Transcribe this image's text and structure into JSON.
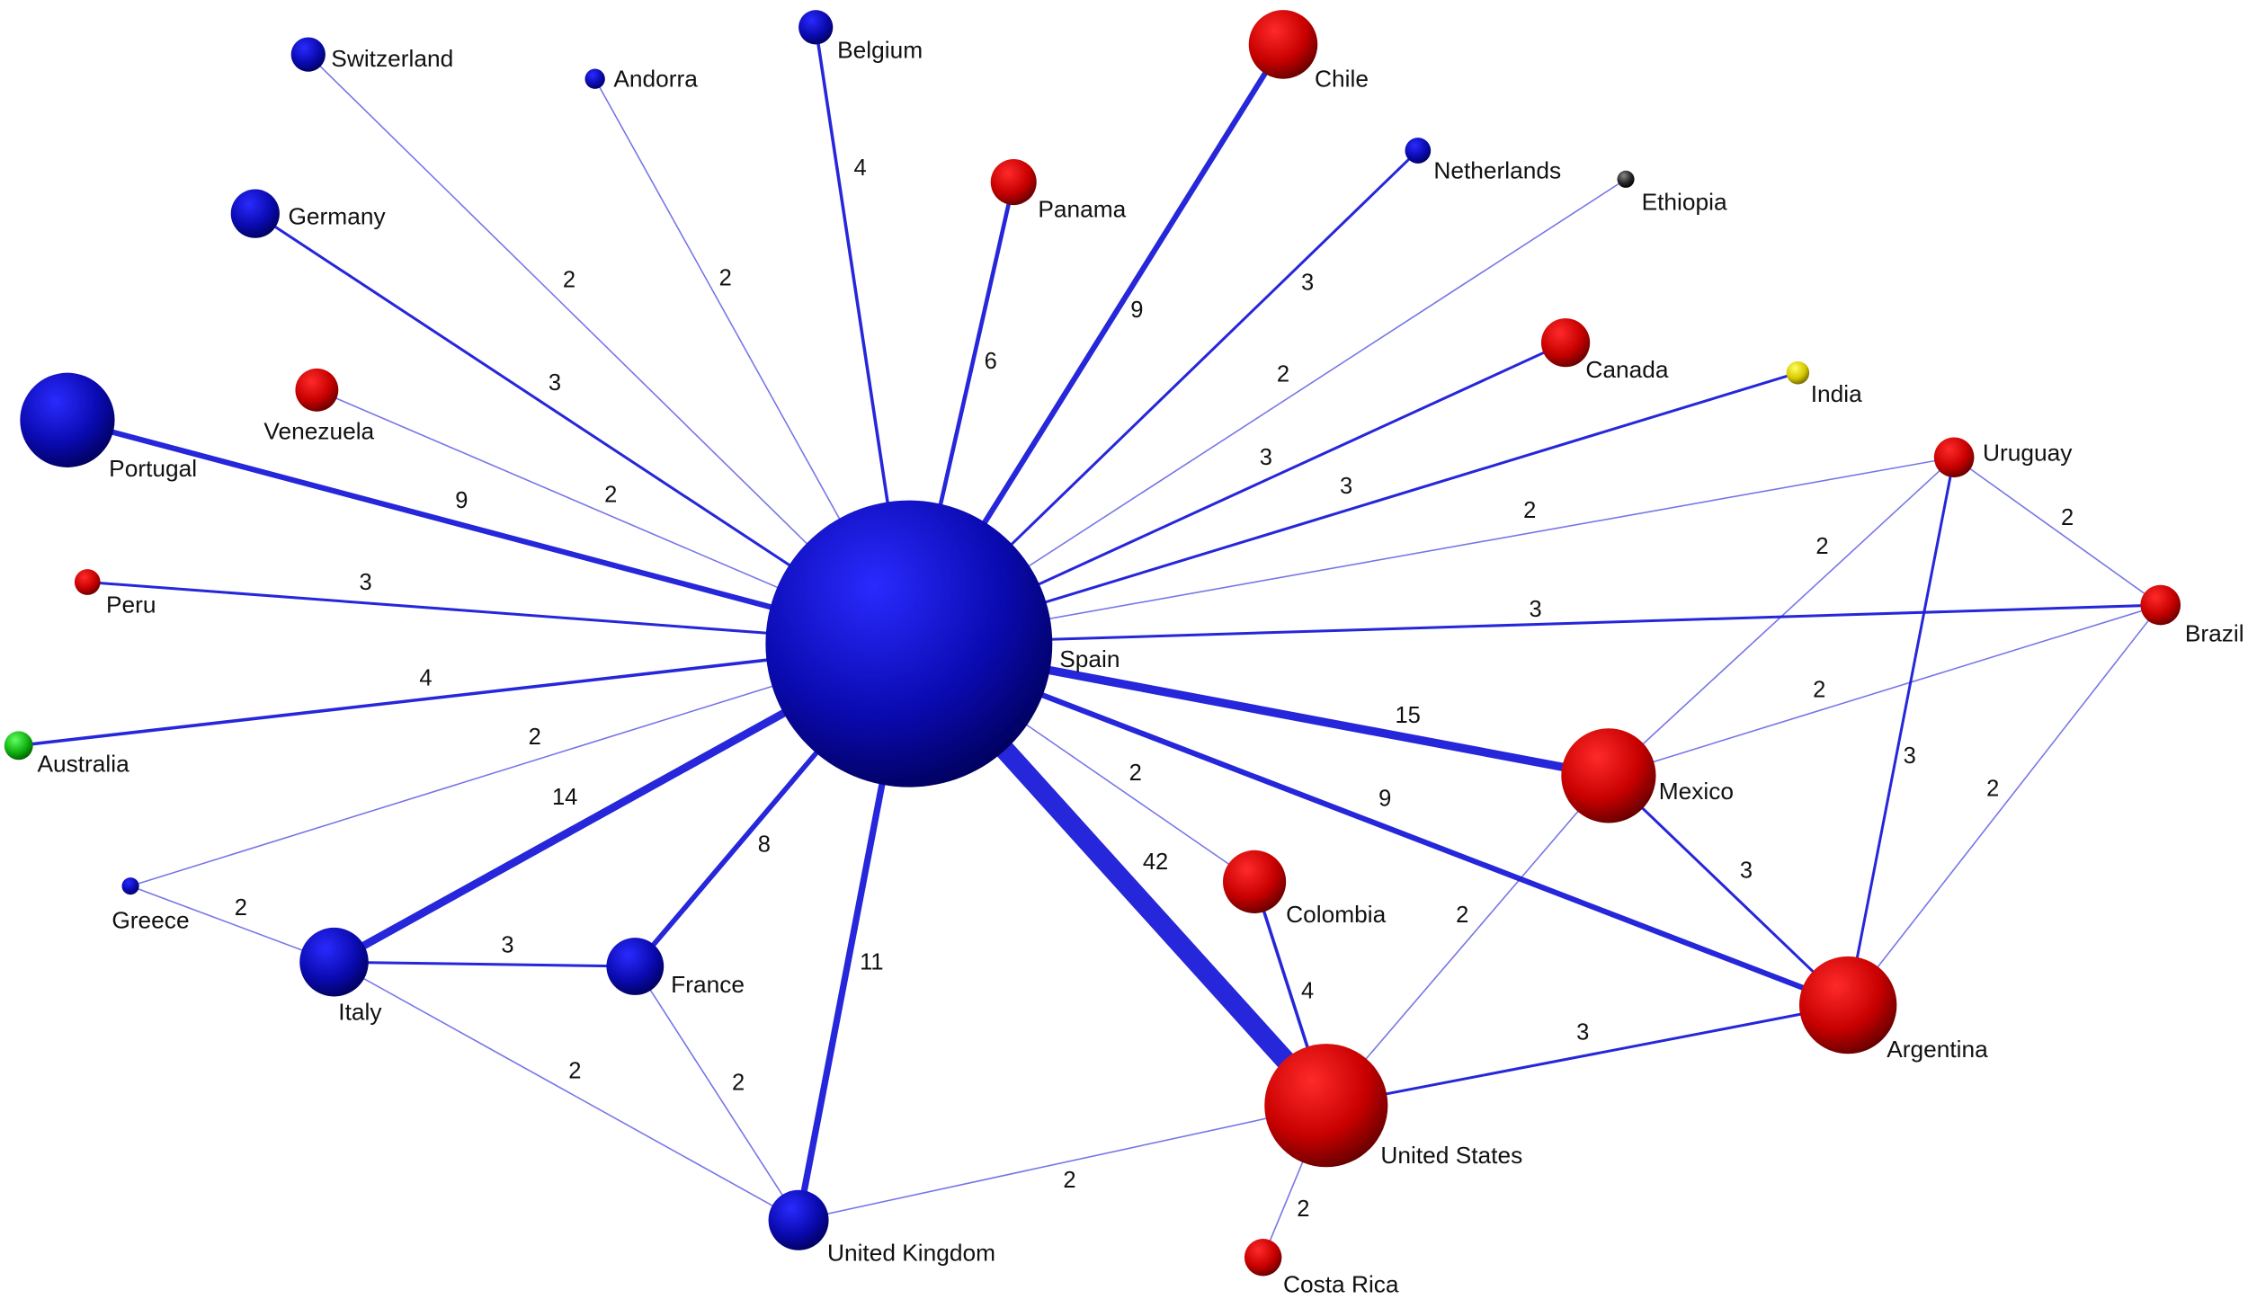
{
  "colors": {
    "europe": "#0a0ab0",
    "americas": "#c80000",
    "africa": "#222222",
    "asia": "#d4c800",
    "oceania": "#10b010",
    "edge": "#1a1ad8"
  },
  "nodes": [
    {
      "id": "Spain",
      "group": "europe"
    },
    {
      "id": "Switzerland",
      "group": "europe"
    },
    {
      "id": "Andorra",
      "group": "europe"
    },
    {
      "id": "Belgium",
      "group": "europe"
    },
    {
      "id": "Chile",
      "group": "americas"
    },
    {
      "id": "Netherlands",
      "group": "europe"
    },
    {
      "id": "Ethiopia",
      "group": "africa"
    },
    {
      "id": "Germany",
      "group": "europe"
    },
    {
      "id": "Panama",
      "group": "americas"
    },
    {
      "id": "Canada",
      "group": "americas"
    },
    {
      "id": "India",
      "group": "asia"
    },
    {
      "id": "Portugal",
      "group": "europe"
    },
    {
      "id": "Venezuela",
      "group": "americas"
    },
    {
      "id": "Uruguay",
      "group": "americas"
    },
    {
      "id": "Peru",
      "group": "americas"
    },
    {
      "id": "Brazil",
      "group": "americas"
    },
    {
      "id": "Australia",
      "group": "oceania"
    },
    {
      "id": "Mexico",
      "group": "americas"
    },
    {
      "id": "Greece",
      "group": "europe"
    },
    {
      "id": "Colombia",
      "group": "americas"
    },
    {
      "id": "Italy",
      "group": "europe"
    },
    {
      "id": "France",
      "group": "europe"
    },
    {
      "id": "Argentina",
      "group": "americas"
    },
    {
      "id": "United States",
      "group": "americas"
    },
    {
      "id": "United Kingdom",
      "group": "europe"
    },
    {
      "id": "Costa Rica",
      "group": "americas"
    }
  ],
  "edges": [
    {
      "source": "Spain",
      "target": "Switzerland",
      "weight": 2
    },
    {
      "source": "Spain",
      "target": "Andorra",
      "weight": 2
    },
    {
      "source": "Spain",
      "target": "Belgium",
      "weight": 4
    },
    {
      "source": "Spain",
      "target": "Chile",
      "weight": 9
    },
    {
      "source": "Spain",
      "target": "Netherlands",
      "weight": 3
    },
    {
      "source": "Spain",
      "target": "Ethiopia",
      "weight": 2
    },
    {
      "source": "Spain",
      "target": "Germany",
      "weight": 3
    },
    {
      "source": "Spain",
      "target": "Panama",
      "weight": 6
    },
    {
      "source": "Spain",
      "target": "Canada",
      "weight": 3
    },
    {
      "source": "Spain",
      "target": "India",
      "weight": 3
    },
    {
      "source": "Spain",
      "target": "Portugal",
      "weight": 9
    },
    {
      "source": "Spain",
      "target": "Venezuela",
      "weight": 2
    },
    {
      "source": "Spain",
      "target": "Uruguay",
      "weight": 2
    },
    {
      "source": "Spain",
      "target": "Peru",
      "weight": 3
    },
    {
      "source": "Spain",
      "target": "Brazil",
      "weight": 3
    },
    {
      "source": "Spain",
      "target": "Australia",
      "weight": 4
    },
    {
      "source": "Spain",
      "target": "Mexico",
      "weight": 15
    },
    {
      "source": "Spain",
      "target": "Greece",
      "weight": 2
    },
    {
      "source": "Spain",
      "target": "Italy",
      "weight": 14
    },
    {
      "source": "Spain",
      "target": "France",
      "weight": 8
    },
    {
      "source": "Spain",
      "target": "United Kingdom",
      "weight": 11
    },
    {
      "source": "Spain",
      "target": "United States",
      "weight": 42
    },
    {
      "source": "Spain",
      "target": "Colombia",
      "weight": 2
    },
    {
      "source": "Spain",
      "target": "Argentina",
      "weight": 9
    },
    {
      "source": "Greece",
      "target": "Italy",
      "weight": 2
    },
    {
      "source": "Italy",
      "target": "France",
      "weight": 3
    },
    {
      "source": "Italy",
      "target": "United Kingdom",
      "weight": 2
    },
    {
      "source": "France",
      "target": "United Kingdom",
      "weight": 2
    },
    {
      "source": "United Kingdom",
      "target": "United States",
      "weight": 2
    },
    {
      "source": "United States",
      "target": "Costa Rica",
      "weight": 2
    },
    {
      "source": "Colombia",
      "target": "United States",
      "weight": 4
    },
    {
      "source": "United States",
      "target": "Mexico",
      "weight": 2
    },
    {
      "source": "United States",
      "target": "Argentina",
      "weight": 3
    },
    {
      "source": "Mexico",
      "target": "Argentina",
      "weight": 3
    },
    {
      "source": "Mexico",
      "target": "Uruguay",
      "weight": 2
    },
    {
      "source": "Mexico",
      "target": "Brazil",
      "weight": 2
    },
    {
      "source": "Uruguay",
      "target": "Brazil",
      "weight": 2
    },
    {
      "source": "Uruguay",
      "target": "Argentina",
      "weight": 3
    },
    {
      "source": "Brazil",
      "target": "Argentina",
      "weight": 2
    }
  ]
}
